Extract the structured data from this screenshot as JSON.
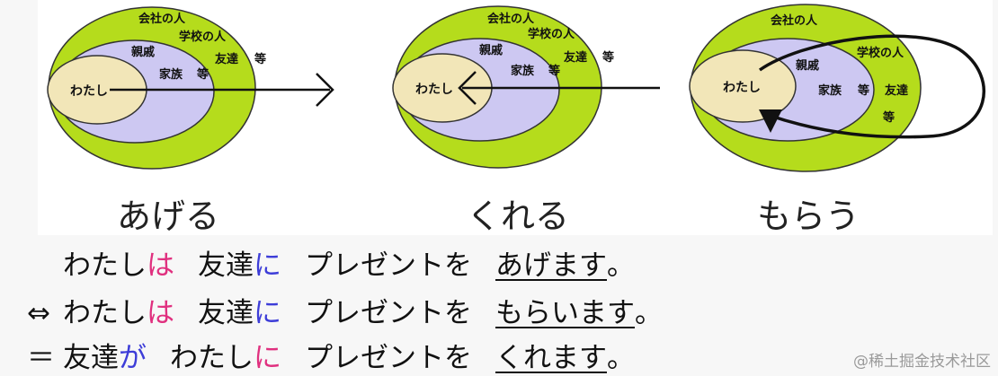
{
  "diagrams": [
    {
      "verb": "あげる",
      "labels": {
        "company": "会社の人",
        "school": "学校の人",
        "relatives": "親戚",
        "friends": "友達",
        "etc_outer": "等",
        "family": "家族",
        "etc_family": "等",
        "me": "わたし"
      }
    },
    {
      "verb": "くれる",
      "labels": {
        "company": "会社の人",
        "school": "学校の人",
        "relatives": "親戚",
        "friends": "友達",
        "etc_outer": "等",
        "family": "家族",
        "etc_family": "等",
        "me": "わたし"
      }
    },
    {
      "verb": "もらう",
      "labels": {
        "company": "会社の人",
        "school": "学校の人",
        "relatives": "親戚",
        "friends": "友達",
        "etc_outer": "等",
        "family": "家族",
        "etc_family": "等",
        "me": "わたし"
      }
    }
  ],
  "sentences": [
    {
      "prefix": "",
      "subject": "わたし",
      "particle1": "は",
      "target": "友達",
      "particle2": "に",
      "object": "プレゼントを",
      "verb": "あげます",
      "end": "。"
    },
    {
      "prefix": "⇔",
      "subject": "わたし",
      "particle1": "は",
      "target": "友達",
      "particle2": "に",
      "object": "プレゼントを",
      "verb": "もらいます",
      "end": "。"
    },
    {
      "prefix": "＝",
      "subject": "友達",
      "particle1": "が",
      "target": "わたし",
      "particle2": "に",
      "object": "プレゼントを",
      "verb": "くれます",
      "end": "。"
    }
  ],
  "watermark": "@稀土掘金技术社区",
  "colors": {
    "outer": "#b5dc1c",
    "middle": "#cdc8f2",
    "inner": "#f2e6b8",
    "particle_pink": "#e0307f",
    "particle_blue": "#3d3dd8"
  }
}
